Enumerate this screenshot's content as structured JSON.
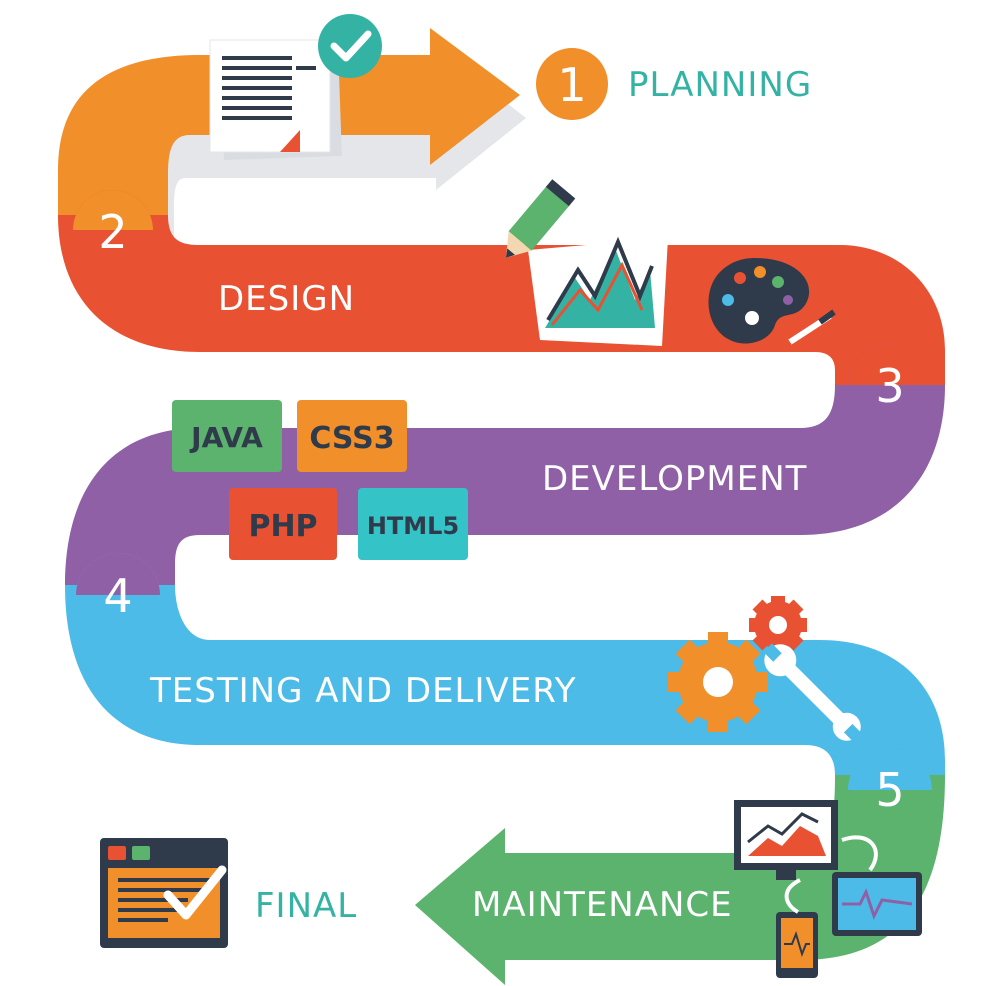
{
  "steps": {
    "planning": {
      "number": "1",
      "label": "PLANNING"
    },
    "design": {
      "number": "2",
      "label": "DESIGN"
    },
    "development": {
      "number": "3",
      "label": "DEVELOPMENT"
    },
    "testing": {
      "number": "4",
      "label": "TESTING AND DELIVERY"
    },
    "maintenance": {
      "number": "5",
      "label": "MAINTENANCE"
    },
    "final": {
      "label": "FINAL"
    }
  },
  "tech_tags": [
    "JAVA",
    "CSS3",
    "PHP",
    "HTML5"
  ],
  "colors": {
    "orange": "#f18f2a",
    "red": "#e85132",
    "purple": "#9060a6",
    "blue": "#4dbbe8",
    "green": "#5bb36e",
    "teal": "#34b3a4",
    "dark": "#2f3a4a"
  },
  "icons": [
    "document-check-icon",
    "pencil-chart-icon",
    "palette-icon",
    "gears-wrench-icon",
    "devices-icon",
    "browser-check-icon"
  ]
}
